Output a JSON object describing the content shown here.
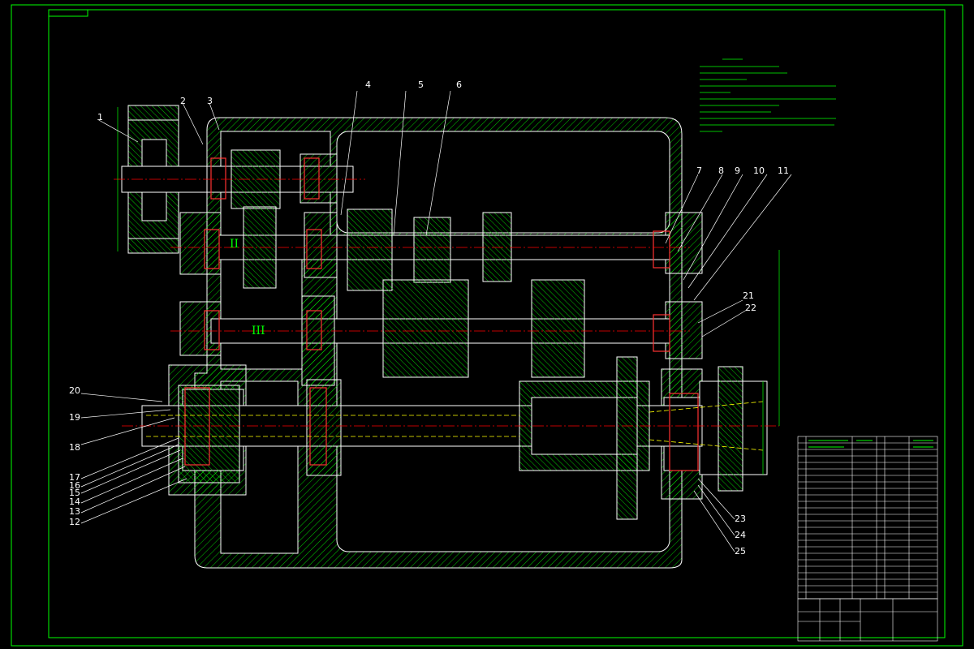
{
  "drawing": {
    "shaft_labels": [
      "II",
      "III"
    ],
    "part_numbers": {
      "p1": "1",
      "p2": "2",
      "p3": "3",
      "p4": "4",
      "p5": "5",
      "p6": "6",
      "p7": "7",
      "p8": "8",
      "p9": "9",
      "p10": "10",
      "p11": "11",
      "p12": "12",
      "p13": "13",
      "p14": "14",
      "p15": "15",
      "p16": "16",
      "p17": "17",
      "p18": "18",
      "p19": "19",
      "p20": "20",
      "p21": "21",
      "p22": "22",
      "p23": "23",
      "p24": "24",
      "p25": "25"
    }
  },
  "colors": {
    "frame": "#00ff00",
    "outline": "#ffffff",
    "hatch": "#00ff00",
    "centerline": "#ff0000",
    "hidden": "#ffff00",
    "dimension": "#00ff00",
    "bearing": "#ff3333"
  }
}
